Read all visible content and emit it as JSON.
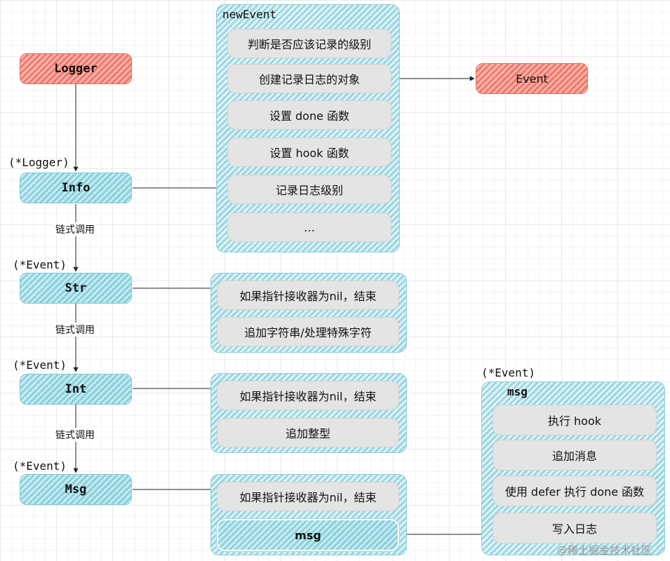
{
  "nodes": {
    "logger": "Logger",
    "info": "Info",
    "str": "Str",
    "int": "Int",
    "msg": "Msg",
    "event": "Event"
  },
  "type_labels": {
    "logger_receiver": "(*Logger)",
    "event_receiver_str": "(*Event)",
    "event_receiver_int": "(*Event)",
    "event_receiver_msg": "(*Event)",
    "event_receiver_msg_group": "(*Event)"
  },
  "edge_labels": {
    "chain_1": "链式调用",
    "chain_2": "链式调用",
    "chain_3": "链式调用"
  },
  "new_event_group": {
    "title": "newEvent",
    "items": [
      "判断是否应该记录的级别",
      "创建记录日志的对象",
      "设置 done 函数",
      "设置 hook 函数",
      "记录日志级别",
      "…"
    ]
  },
  "str_group": {
    "items": [
      "如果指针接收器为nil，结束",
      "追加字符串/处理特殊字符"
    ]
  },
  "int_group": {
    "items": [
      "如果指针接收器为nil，结束",
      "追加整型"
    ]
  },
  "msg_group": {
    "items": [
      "如果指针接收器为nil，结束",
      "msg"
    ]
  },
  "msg_detail_group": {
    "title": "msg",
    "items": [
      "执行 hook",
      "追加消息",
      "使用 defer 执行 done 函数",
      "写入日志"
    ]
  },
  "watermark": "@稀土掘金技术社区",
  "colors": {
    "accent_teal": "#8ad0dd",
    "accent_red": "#f0796c",
    "item_gray": "#e4e4e4"
  }
}
